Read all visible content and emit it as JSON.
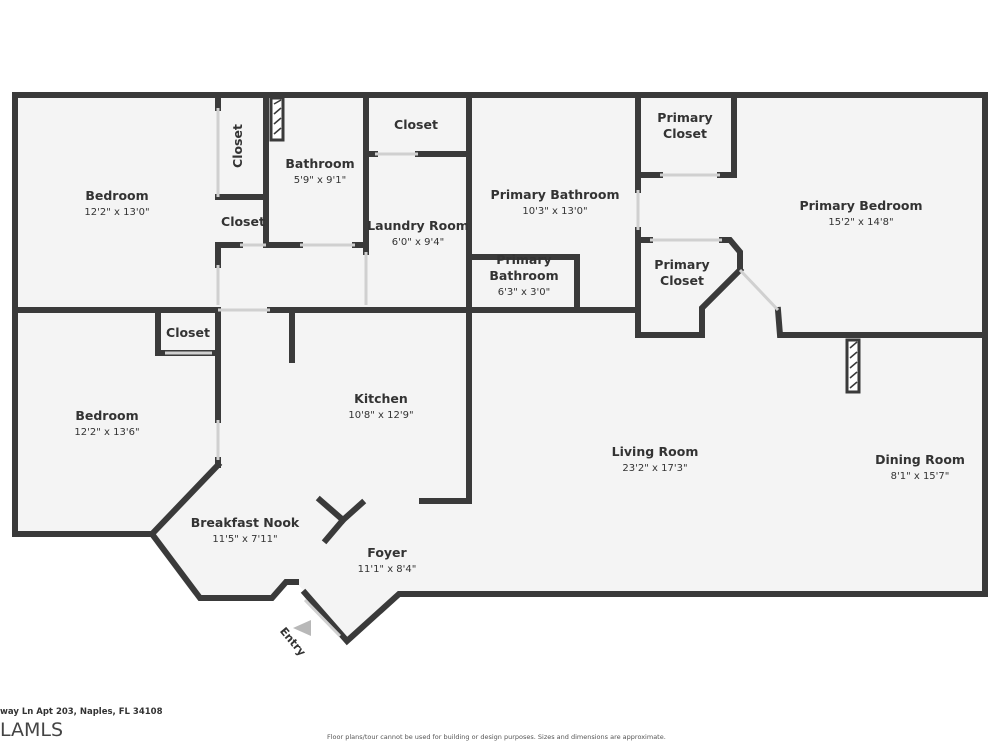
{
  "rooms": [
    {
      "key": "bedroom_1",
      "name": [
        "Bedroom"
      ],
      "dim": "12'2\" x 13'0\""
    },
    {
      "key": "closet_v",
      "name": [
        "Closet"
      ],
      "dim": ""
    },
    {
      "key": "bathroom",
      "name": [
        "Bathroom"
      ],
      "dim": "5'9\" x 9'1\""
    },
    {
      "key": "closet_small",
      "name": [
        "Closet"
      ],
      "dim": ""
    },
    {
      "key": "closet_top",
      "name": [
        "Closet"
      ],
      "dim": ""
    },
    {
      "key": "laundry",
      "name": [
        "Laundry Room"
      ],
      "dim": "6'0\" x 9'4\""
    },
    {
      "key": "primary_bath",
      "name": [
        "Primary Bathroom"
      ],
      "dim": "10'3\" x 13'0\""
    },
    {
      "key": "primary_bath_small",
      "name": [
        "Primary",
        "Bathroom"
      ],
      "dim": "6'3\" x 3'0\""
    },
    {
      "key": "primary_closet_1",
      "name": [
        "Primary",
        "Closet"
      ],
      "dim": ""
    },
    {
      "key": "primary_closet_2",
      "name": [
        "Primary",
        "Closet"
      ],
      "dim": ""
    },
    {
      "key": "primary_bedroom",
      "name": [
        "Primary Bedroom"
      ],
      "dim": "15'2\" x 14'8\""
    },
    {
      "key": "closet_bed2",
      "name": [
        "Closet"
      ],
      "dim": ""
    },
    {
      "key": "bedroom_2",
      "name": [
        "Bedroom"
      ],
      "dim": "12'2\" x 13'6\""
    },
    {
      "key": "kitchen",
      "name": [
        "Kitchen"
      ],
      "dim": "10'8\" x 12'9\""
    },
    {
      "key": "living",
      "name": [
        "Living Room"
      ],
      "dim": "23'2\" x 17'3\""
    },
    {
      "key": "dining",
      "name": [
        "Dining Room"
      ],
      "dim": "8'1\" x 15'7\""
    },
    {
      "key": "breakfast",
      "name": [
        "Breakfast Nook"
      ],
      "dim": "11'5\" x 7'11\""
    },
    {
      "key": "foyer",
      "name": [
        "Foyer"
      ],
      "dim": "11'1\" x 8'4\""
    }
  ],
  "entry_label": "Entry",
  "footer": {
    "address": "way Ln Apt 203, Naples, FL 34108",
    "brand": "LAMLS",
    "disclaimer": "Floor plans/tour cannot be used for building or design purposes. Sizes and dimensions are approximate."
  }
}
